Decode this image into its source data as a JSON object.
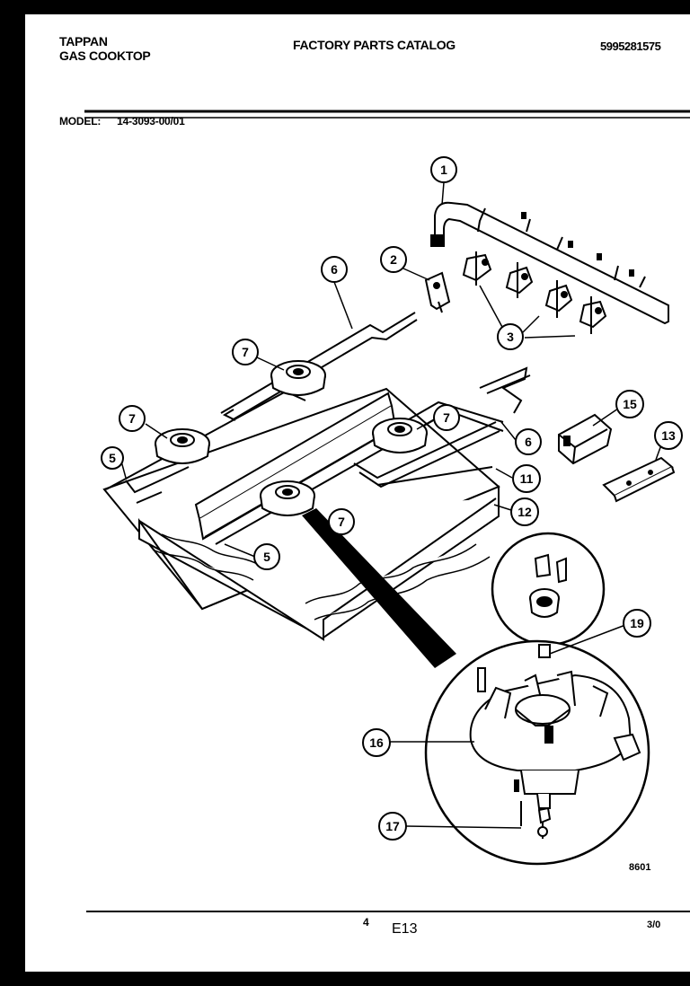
{
  "header": {
    "brand_line1": "TAPPAN",
    "brand_line2": "GAS COOKTOP",
    "catalog_title": "FACTORY PARTS CATALOG",
    "part_number": "5995281575",
    "model_label": "MODEL:",
    "model_value": "14-3093-00/01"
  },
  "diagram": {
    "callouts": [
      "1",
      "2",
      "3",
      "5",
      "5",
      "6",
      "6",
      "7",
      "7",
      "7",
      "7",
      "11",
      "12",
      "13",
      "15",
      "16",
      "17",
      "19"
    ],
    "figure_code": "8601"
  },
  "footer": {
    "page_number": "4",
    "section_code": "E13",
    "revision": "3/0"
  },
  "colors": {
    "ink": "#000000",
    "paper": "#ffffff",
    "border": "#000000"
  }
}
